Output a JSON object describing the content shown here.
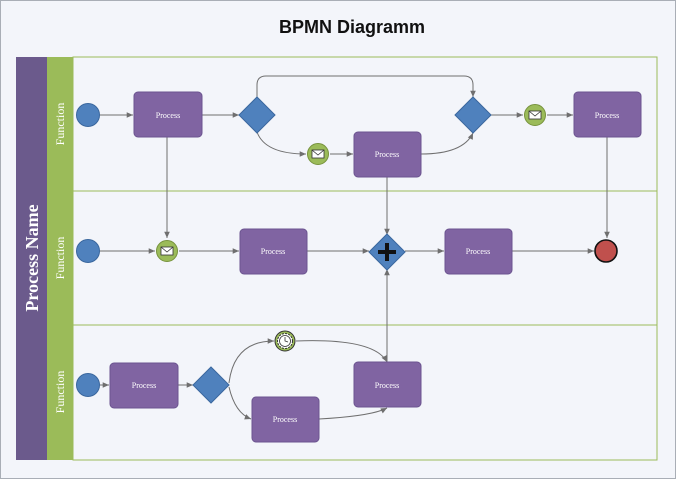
{
  "diagram": {
    "title": "BPMN Diagramm",
    "pool_label": "Process Name",
    "lanes": [
      {
        "label": "Function"
      },
      {
        "label": "Function"
      },
      {
        "label": "Function"
      }
    ],
    "tasks": [
      {
        "id": "t1",
        "label": "Process"
      },
      {
        "id": "t2",
        "label": "Process"
      },
      {
        "id": "t3",
        "label": "Process"
      },
      {
        "id": "t4",
        "label": "Process"
      },
      {
        "id": "t5",
        "label": "Process"
      },
      {
        "id": "t6",
        "label": "Process"
      },
      {
        "id": "t7",
        "label": "Process"
      },
      {
        "id": "t8",
        "label": "Process"
      }
    ]
  },
  "colors": {
    "pool_fill": "#6b5a8c",
    "lane_header_fill": "#9bbb59",
    "task_fill": "#8064a2",
    "gateway_fill": "#4f81bd",
    "start_event_fill": "#4f81bd",
    "end_event_fill": "#c0504d",
    "message_event_fill": "#9bbb59",
    "lane_border": "#9bbb59",
    "edge": "#6f6f6f"
  },
  "icons": {
    "message_event": "envelope-icon",
    "timer_event": "clock-icon",
    "parallel_gateway": "plus-icon"
  }
}
